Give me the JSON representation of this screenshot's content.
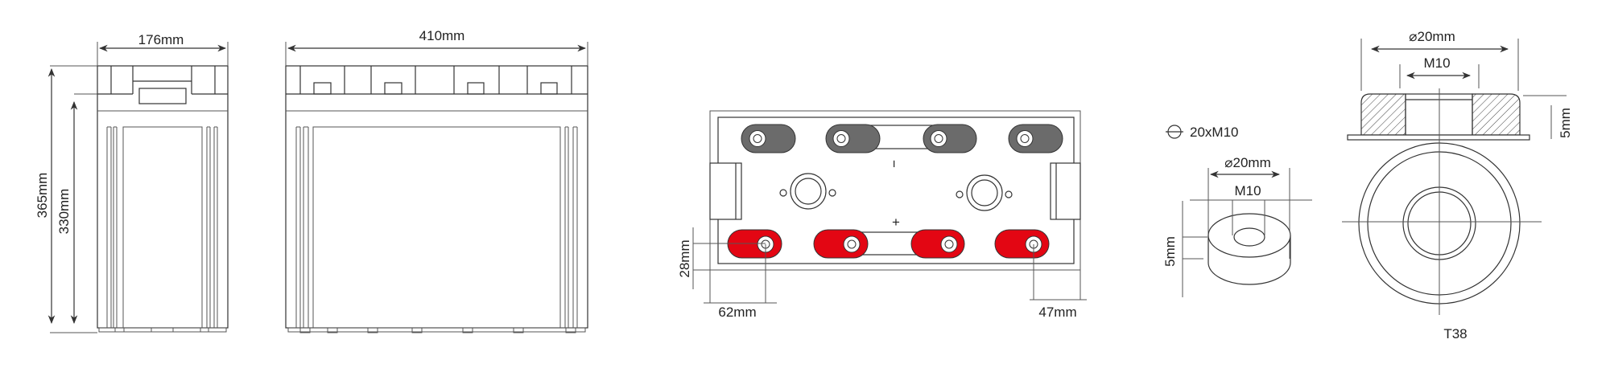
{
  "side_view": {
    "width_label": "176mm",
    "total_height_label": "365mm",
    "case_height_label": "330mm"
  },
  "front_view": {
    "length_label": "410mm"
  },
  "top_view": {
    "terminal_offset_height_label": "28mm",
    "terminal_offset_left_label": "62mm",
    "terminal_offset_right_label": "47mm",
    "negative_symbol": "−",
    "positive_symbol": "+"
  },
  "washer": {
    "thread_spec_label": "20xM10",
    "diameter_label": "⌀20mm",
    "thread_label": "M10",
    "height_label": "5mm"
  },
  "terminal": {
    "diameter_label": "⌀20mm",
    "thread_label": "M10",
    "height_label": "5mm",
    "type_label": "T38"
  },
  "colors": {
    "positive": "#e30613",
    "negative": "#6b6b6b",
    "line": "#333333"
  }
}
